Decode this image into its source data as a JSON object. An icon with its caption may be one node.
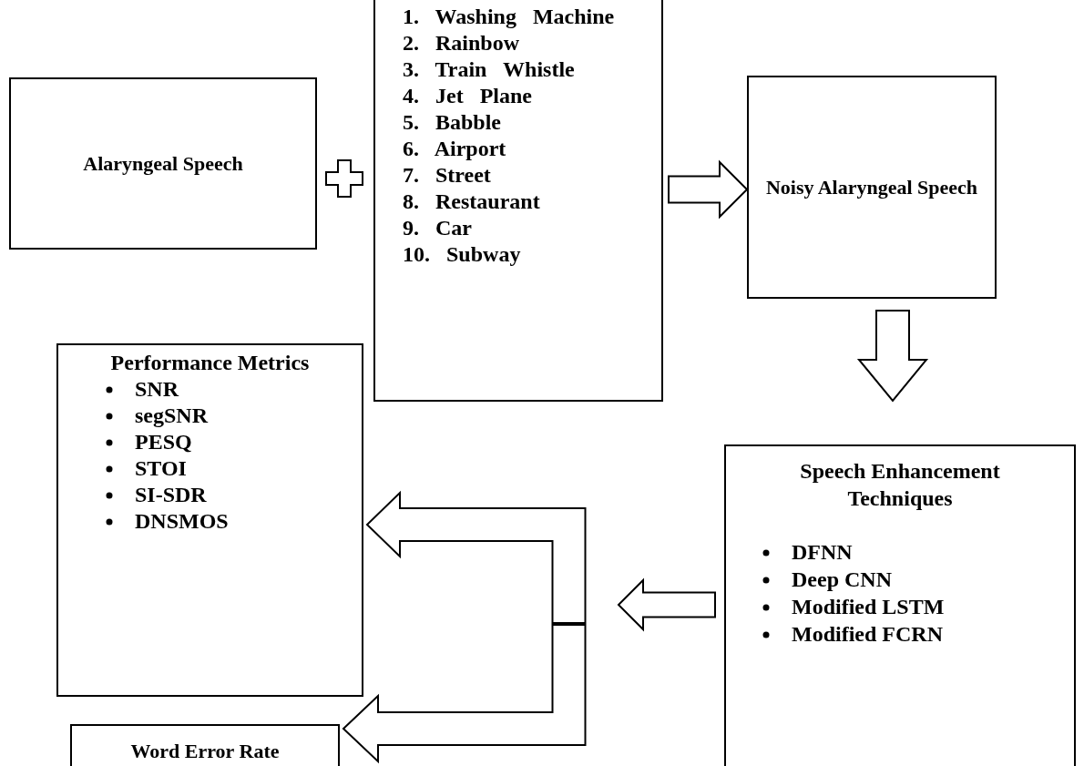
{
  "diagram": {
    "nodes": [
      {
        "text": [
          "Alaryngeal Speech"
        ]
      },
      {
        "text": [
          "1. Washing Machine",
          "2. Rainbow",
          "3. Train Whistle",
          "4. Jet Plane",
          "5. Babble",
          "6. Airport",
          "7. Street",
          "8. Restaurant",
          "9. Car",
          "10. Subway"
        ]
      },
      {
        "text": [
          "Noisy Alaryngeal Speech"
        ]
      },
      {
        "text": [
          "Speech Enhancement Techniques",
          "DFNN",
          "Deep CNN",
          "Modified LSTM",
          "Modified FCRN"
        ]
      },
      {
        "text": [
          "Performance Metrics",
          "SNR",
          "segSNR",
          "PESQ",
          "STOI",
          "SI-SDR",
          "DNSMOS"
        ]
      },
      {
        "text": [
          "Word Error Rate"
        ]
      }
    ],
    "edges": [
      {
        "from": 1,
        "to": 2,
        "arrow": "to"
      },
      {
        "from": 2,
        "to": 3,
        "arrow": "to"
      },
      {
        "from": 3,
        "to": null,
        "arrow": "to"
      },
      {
        "from": null,
        "to": 4,
        "arrow": "to"
      },
      {
        "from": null,
        "to": 5,
        "arrow": "to"
      }
    ]
  }
}
